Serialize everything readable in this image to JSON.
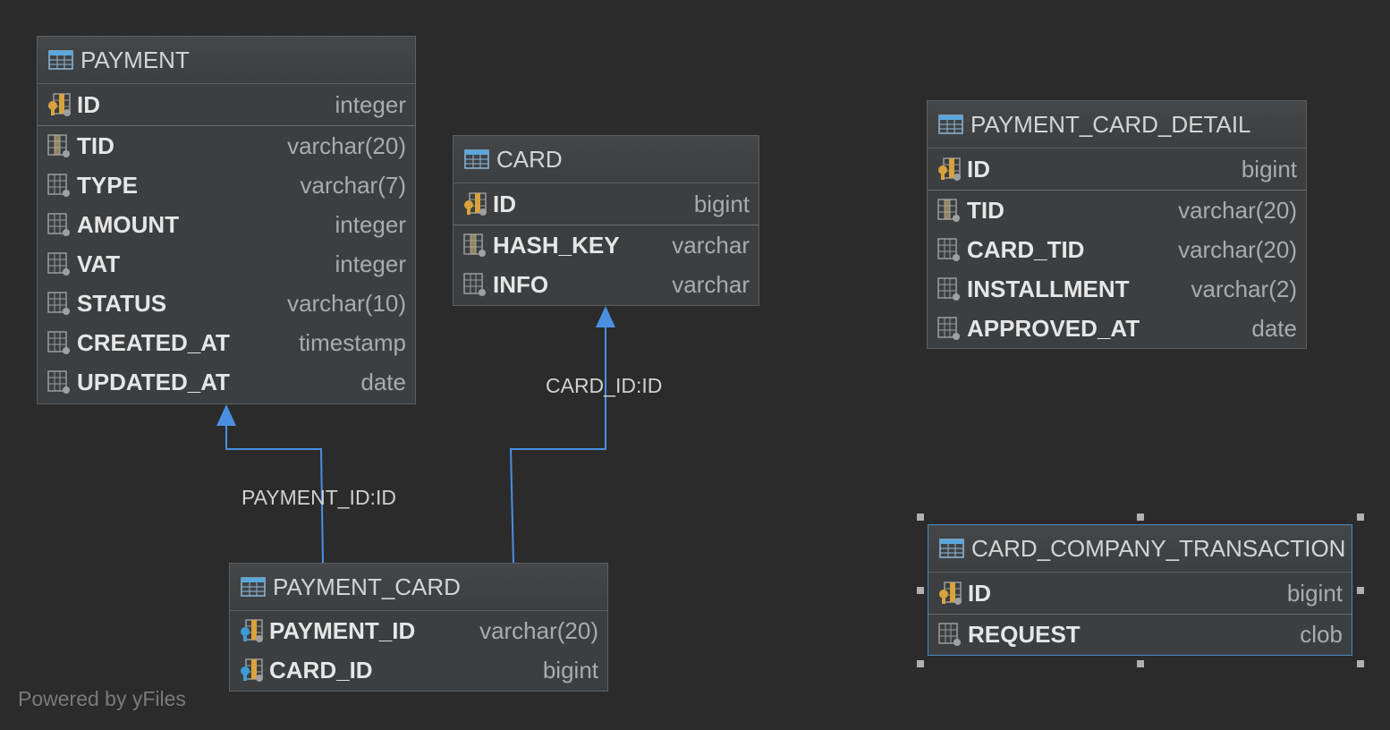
{
  "tables": {
    "payment": {
      "name": "PAYMENT",
      "pk": {
        "name": "ID",
        "type": "integer"
      },
      "columns": [
        {
          "name": "TID",
          "type": "varchar(20)",
          "kind": "index"
        },
        {
          "name": "TYPE",
          "type": "varchar(7)",
          "kind": "column"
        },
        {
          "name": "AMOUNT",
          "type": "integer",
          "kind": "column"
        },
        {
          "name": "VAT",
          "type": "integer",
          "kind": "column"
        },
        {
          "name": "STATUS",
          "type": "varchar(10)",
          "kind": "column"
        },
        {
          "name": "CREATED_AT",
          "type": "timestamp",
          "kind": "column"
        },
        {
          "name": "UPDATED_AT",
          "type": "date",
          "kind": "column"
        }
      ]
    },
    "card": {
      "name": "CARD",
      "pk": {
        "name": "ID",
        "type": "bigint"
      },
      "columns": [
        {
          "name": "HASH_KEY",
          "type": "varchar",
          "kind": "index"
        },
        {
          "name": "INFO",
          "type": "varchar",
          "kind": "column"
        }
      ]
    },
    "payment_card": {
      "name": "PAYMENT_CARD",
      "keys": [
        {
          "name": "PAYMENT_ID",
          "type": "varchar(20)"
        },
        {
          "name": "CARD_ID",
          "type": "bigint"
        }
      ]
    },
    "payment_card_detail": {
      "name": "PAYMENT_CARD_DETAIL",
      "pk": {
        "name": "ID",
        "type": "bigint"
      },
      "columns": [
        {
          "name": "TID",
          "type": "varchar(20)",
          "kind": "index"
        },
        {
          "name": "CARD_TID",
          "type": "varchar(20)",
          "kind": "column"
        },
        {
          "name": "INSTALLMENT",
          "type": "varchar(2)",
          "kind": "column"
        },
        {
          "name": "APPROVED_AT",
          "type": "date",
          "kind": "column"
        }
      ]
    },
    "card_company_transaction": {
      "name": "CARD_COMPANY_TRANSACTION",
      "pk": {
        "name": "ID",
        "type": "bigint"
      },
      "columns": [
        {
          "name": "REQUEST",
          "type": "clob",
          "kind": "column"
        }
      ]
    }
  },
  "relations": {
    "payment_id": "PAYMENT_ID:ID",
    "card_id": "CARD_ID:ID"
  },
  "footer": "Powered by yFiles",
  "colors": {
    "background": "#2b2b2b",
    "table_bg": "#3c3f41",
    "link": "#4a90e2",
    "selection": "#4a88c7",
    "key_gold": "#d8a33c",
    "key_blue": "#3d9bd6"
  }
}
